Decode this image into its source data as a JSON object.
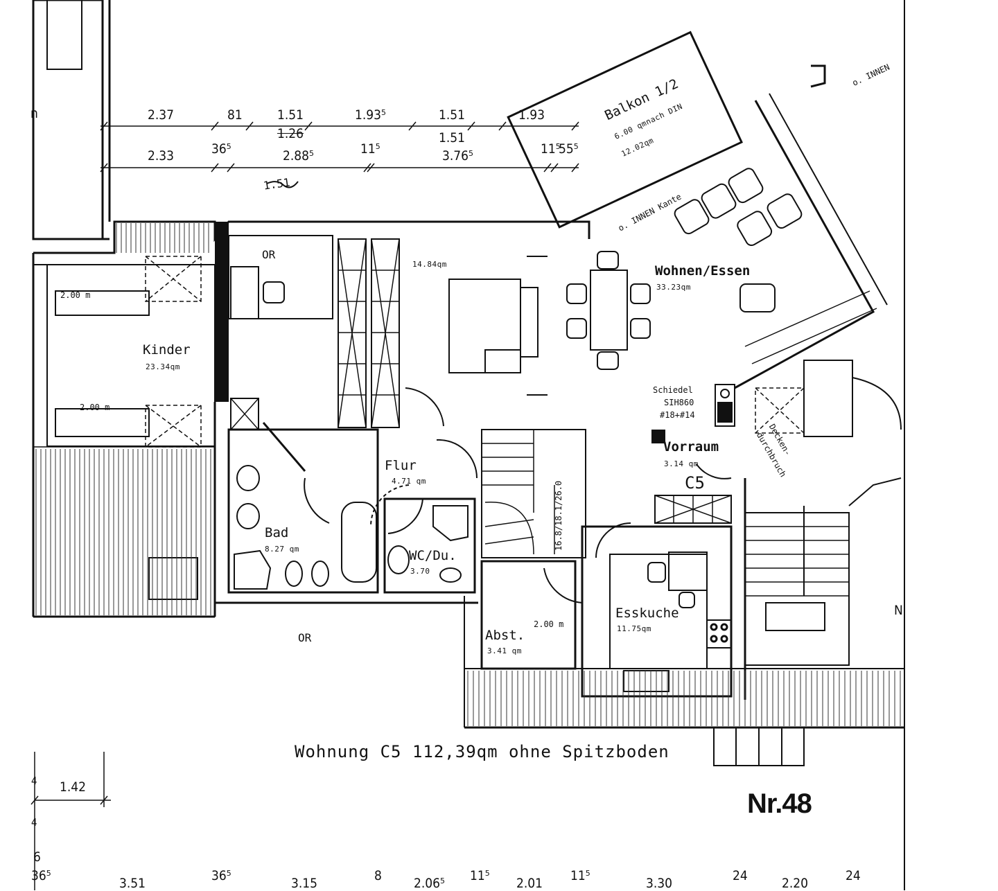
{
  "plan": {
    "title": "Wohnung C5 112,39qm ohne Spitzboden",
    "number": "Nr.48",
    "unit_label": "C5",
    "rooms": [
      {
        "name": "Kinder",
        "area": "23.34qm"
      },
      {
        "name": "",
        "area": "14.84qm"
      },
      {
        "name": "Wohnen/Essen",
        "area": "33.23qm"
      },
      {
        "name": "Balkon 1/2",
        "area": "6.00 qmnach DIN",
        "area2": "12.02qm"
      },
      {
        "name": "Flur",
        "area": "4.71 qm"
      },
      {
        "name": "Bad",
        "area": "8.27 qm"
      },
      {
        "name": "WC/Du.",
        "area": "3.70"
      },
      {
        "name": "Vorraum",
        "area": "3.14 qm"
      },
      {
        "name": "Esskuche",
        "area": "11.75qm"
      },
      {
        "name": "Abst.",
        "area": "3.41 qm"
      }
    ],
    "annotations": {
      "or_top": "OR",
      "or_bottom": "OR",
      "schiedel": [
        "Schiedel",
        "SIH860",
        "#18+#14"
      ],
      "deckendurchbruch": [
        "Decken-",
        "durchbruch"
      ],
      "innen_kante": "o. INNEN Kante",
      "innen_top": "o. INNEN",
      "hoehe_left_1": "2.00 m",
      "hoehe_left_2": "2.00 m",
      "hoehe_abst": "2.00 m",
      "stair": "16.8/18.1/26.0",
      "n_left": "n",
      "n_right": "N",
      "handwritten": "1.51"
    },
    "dimensions": {
      "top_row_1": [
        "2.37",
        "81",
        "1.51",
        "1.93⁵",
        "1.51",
        "1.93"
      ],
      "top_row_mid": [
        "1.26",
        "1.51"
      ],
      "top_row_2": [
        "2.33",
        "36⁵",
        "2.88⁵",
        "11⁵",
        "3.76⁵",
        "11⁵",
        "55⁵"
      ],
      "left_side": "1.42",
      "bottom_row_top": [
        "36⁵",
        "8",
        "11⁵",
        "11⁵",
        "24",
        "24"
      ],
      "bottom_row": [
        "3.51",
        "3.15",
        "2.06⁵",
        "2.01",
        "3.30",
        "2.20"
      ],
      "left_column": [
        "4",
        "4",
        "6",
        "36⁵"
      ]
    }
  }
}
